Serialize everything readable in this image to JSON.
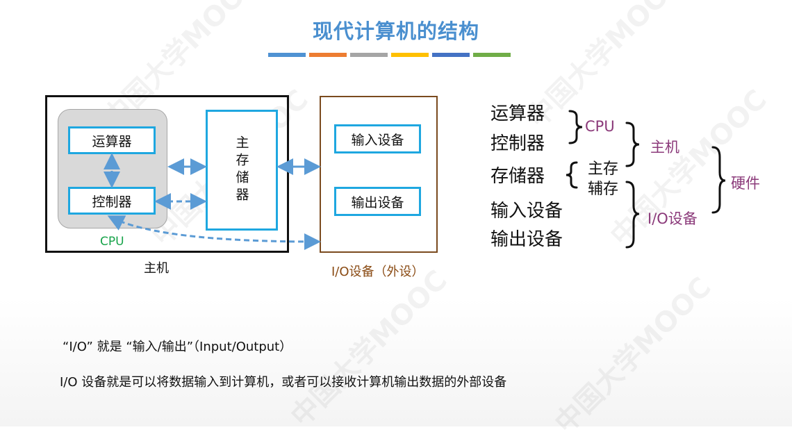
{
  "title": "现代计算机的结构",
  "title_bar_colors": [
    "#4f92d3",
    "#ed7d31",
    "#a5a5a5",
    "#ffc000",
    "#4472c4",
    "#70ad47"
  ],
  "diagram": {
    "alu": "运算器",
    "control_unit": "控制器",
    "cpu_label": "CPU",
    "main_memory": "主存储器",
    "host_label": "主机",
    "input_device": "输入设备",
    "output_device": "输出设备",
    "io_label": "I/O设备（外设）"
  },
  "hierarchy": {
    "alu": "运算器",
    "control": "控制器",
    "cpu": "CPU",
    "storage": "存储器",
    "main_storage": "主存",
    "aux_storage": "辅存",
    "host": "主机",
    "input": "输入设备",
    "output": "输出设备",
    "io": "I/O设备",
    "hardware": "硬件"
  },
  "notes": {
    "line1": "“I/O” 就是 “输入/输出”（Input/Output）",
    "line2": "I/O 设备就是可以将数据输入到计算机，或者可以接收计算机输出数据的外部设备"
  },
  "watermark": "中国大学MOOC"
}
